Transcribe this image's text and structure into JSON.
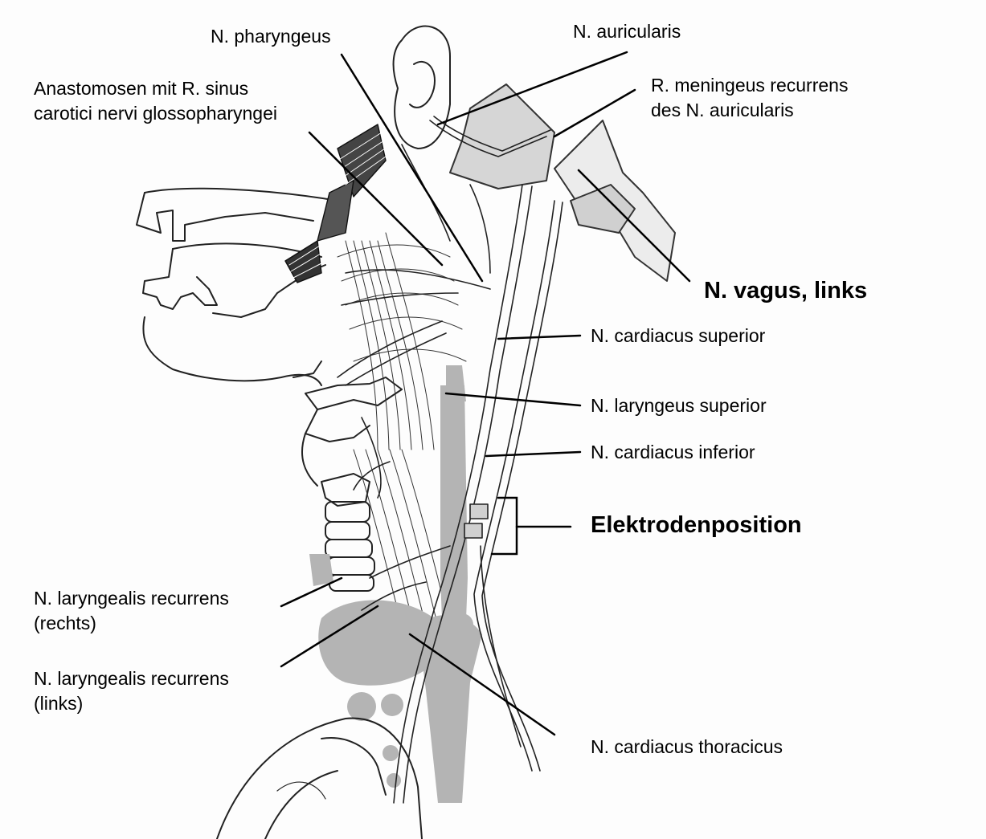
{
  "labels": {
    "pharyngeus": "N. pharyngeus",
    "auricularis": "N. auricularis",
    "anastomosen_line1": "Anastomosen mit R. sinus",
    "anastomosen_line2": "carotici nervi glossopharyngei",
    "meningeus_line1": "R. meningeus recurrens",
    "meningeus_line2": "des N. auricularis",
    "vagus": "N. vagus, links",
    "cardiacus_superior": "N. cardiacus superior",
    "laryngeus_superior": "N. laryngeus superior",
    "cardiacus_inferior": "N. cardiacus inferior",
    "elektrodenposition": "Elektrodenposition",
    "recurrens_rechts_line1": "N. laryngealis recurrens",
    "recurrens_rechts_line2": "(rechts)",
    "recurrens_links_line1": "N. laryngealis recurrens",
    "recurrens_links_line2": "(links)",
    "cardiacus_thoracicus": "N. cardiacus thoracicus"
  },
  "colors": {
    "background": "#fdfdfd",
    "ink": "#000000",
    "vessel_gray": "#b4b4b4",
    "bone_gray": "#d6d6d6"
  }
}
